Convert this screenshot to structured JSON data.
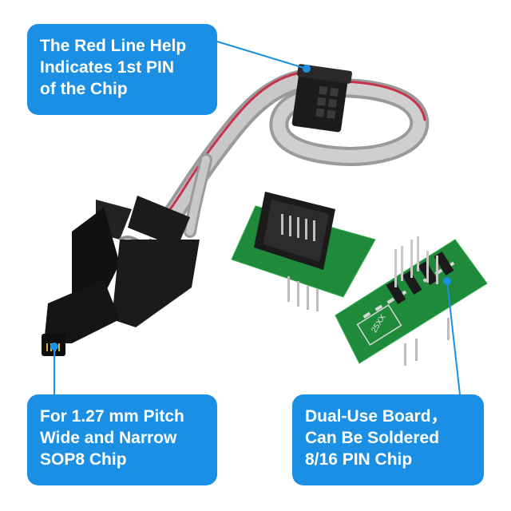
{
  "callouts": {
    "top": {
      "lines": [
        "The Red Line Help",
        "Indicates 1st PIN",
        "of the Chip"
      ]
    },
    "bottom_left": {
      "lines": [
        "For 1.27 mm Pitch",
        "Wide and Narrow",
        "SOP8 Chip"
      ]
    },
    "bottom_right": {
      "lines": [
        "Dual-Use Board，",
        "Can Be Soldered",
        "8/16 PIN Chip"
      ]
    }
  },
  "board_marking": "25XX",
  "colors": {
    "callout_bg": "#1a8fe3",
    "callout_text": "#ffffff",
    "pcb_green": "#1f8a3a",
    "cable_grey": "#a9a9a9",
    "cable_red_stripe": "#c8334a",
    "clip_black": "#1b1b1b",
    "pin_gold": "#d8b04a"
  }
}
